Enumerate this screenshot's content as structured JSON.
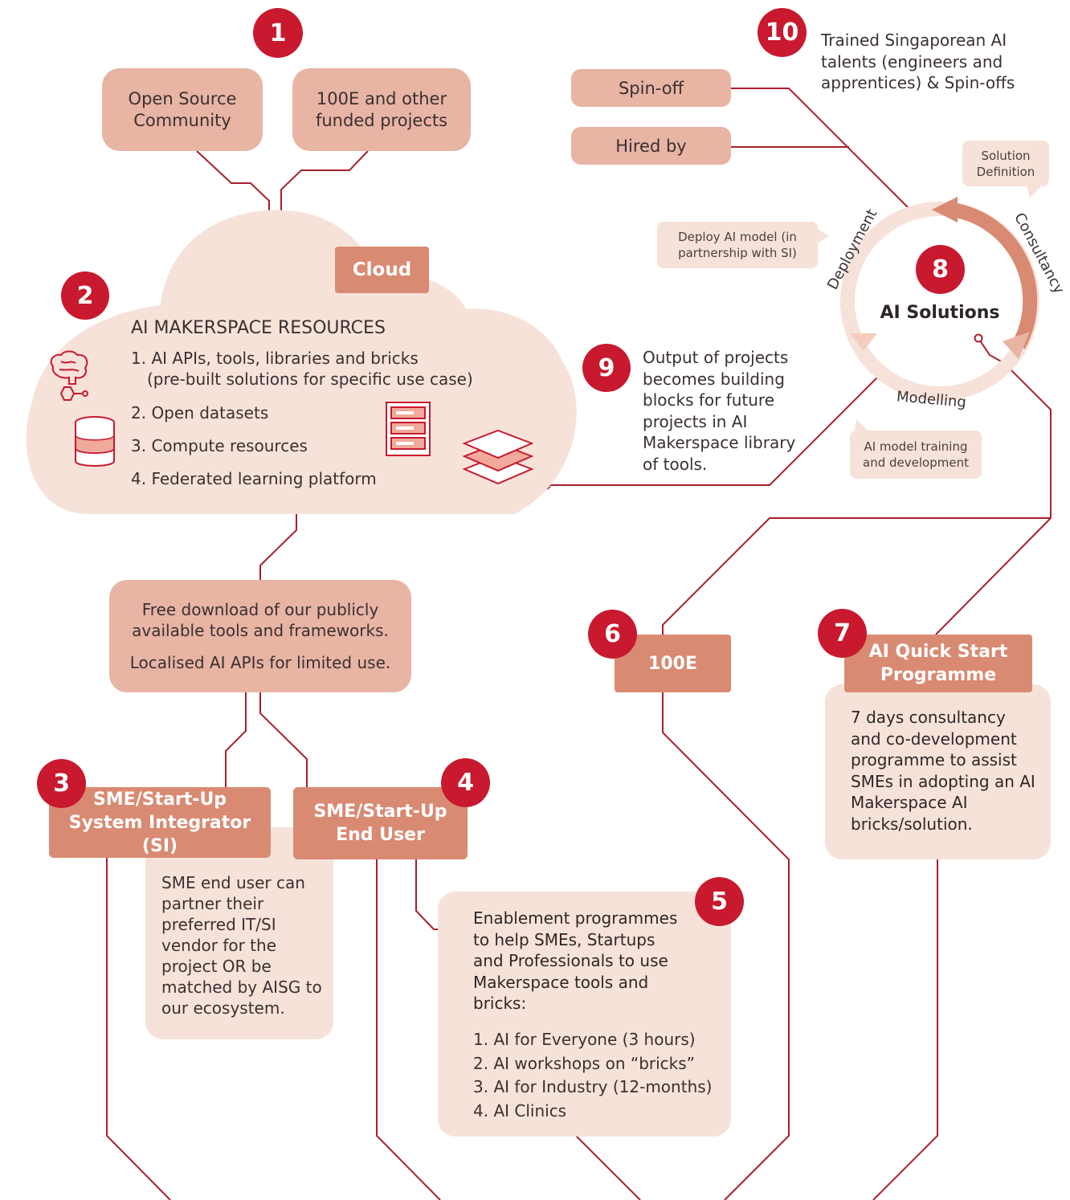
{
  "badges": [
    "1",
    "2",
    "3",
    "4",
    "5",
    "6",
    "7",
    "8",
    "9",
    "10"
  ],
  "top": {
    "open_source": "Open Source Community",
    "funded": "100E and other funded projects"
  },
  "cloud": {
    "tag": "Cloud",
    "title": "AI MAKERSPACE RESOURCES",
    "items": [
      "1. AI APIs, tools, libraries and bricks",
      "(pre-built solutions for specific use case)",
      "2. Open datasets",
      "3. Compute resources",
      "4. Federated learning platform"
    ]
  },
  "download": {
    "line1": "Free download of our publicly available tools and frameworks.",
    "line2": "Localised AI APIs for limited use."
  },
  "si": {
    "title": "SME/Start-Up System Integrator (SI)",
    "desc": "SME end user can partner their preferred IT/SI vendor for the project OR be matched by AISG to our ecosystem."
  },
  "enduser": {
    "title": "SME/Start-Up End User"
  },
  "enablement": {
    "intro": "Enablement programmes to help SMEs, Startups and Professionals to use Makerspace tools and bricks:",
    "items": [
      "1. AI for Everyone (3 hours)",
      "2. AI workshops on “bricks”",
      "3. AI for Industry (12-months)",
      "4. AI Clinics"
    ]
  },
  "e100": {
    "label": "100E"
  },
  "quickstart": {
    "title": "AI Quick Start Programme",
    "desc": "7 days consultancy and co-development programme to assist SMEs in adopting an AI Makerspace AI bricks/solution."
  },
  "solutions": {
    "title": "AI Solutions",
    "deployment": "Deployment",
    "consultancy": "Consultancy",
    "modelling": "Modelling",
    "note_solution": "Solution Definition",
    "note_deploy": "Deploy AI model (in partnership with SI)",
    "note_model": "AI model training and development"
  },
  "talent": {
    "text": "Trained Singaporean AI talents (engineers and apprentices) & Spin-offs",
    "spinoff": "Spin-off",
    "hired": "Hired by"
  },
  "output": {
    "text": "Output of projects becomes building blocks for future projects in AI Makerspace library of tools."
  },
  "colors": {
    "accent": "#c8192e",
    "line": "#a81f2c",
    "box_mid": "#e8b4a4",
    "box_dark": "#d98a72",
    "box_light": "#f6e2d9"
  }
}
